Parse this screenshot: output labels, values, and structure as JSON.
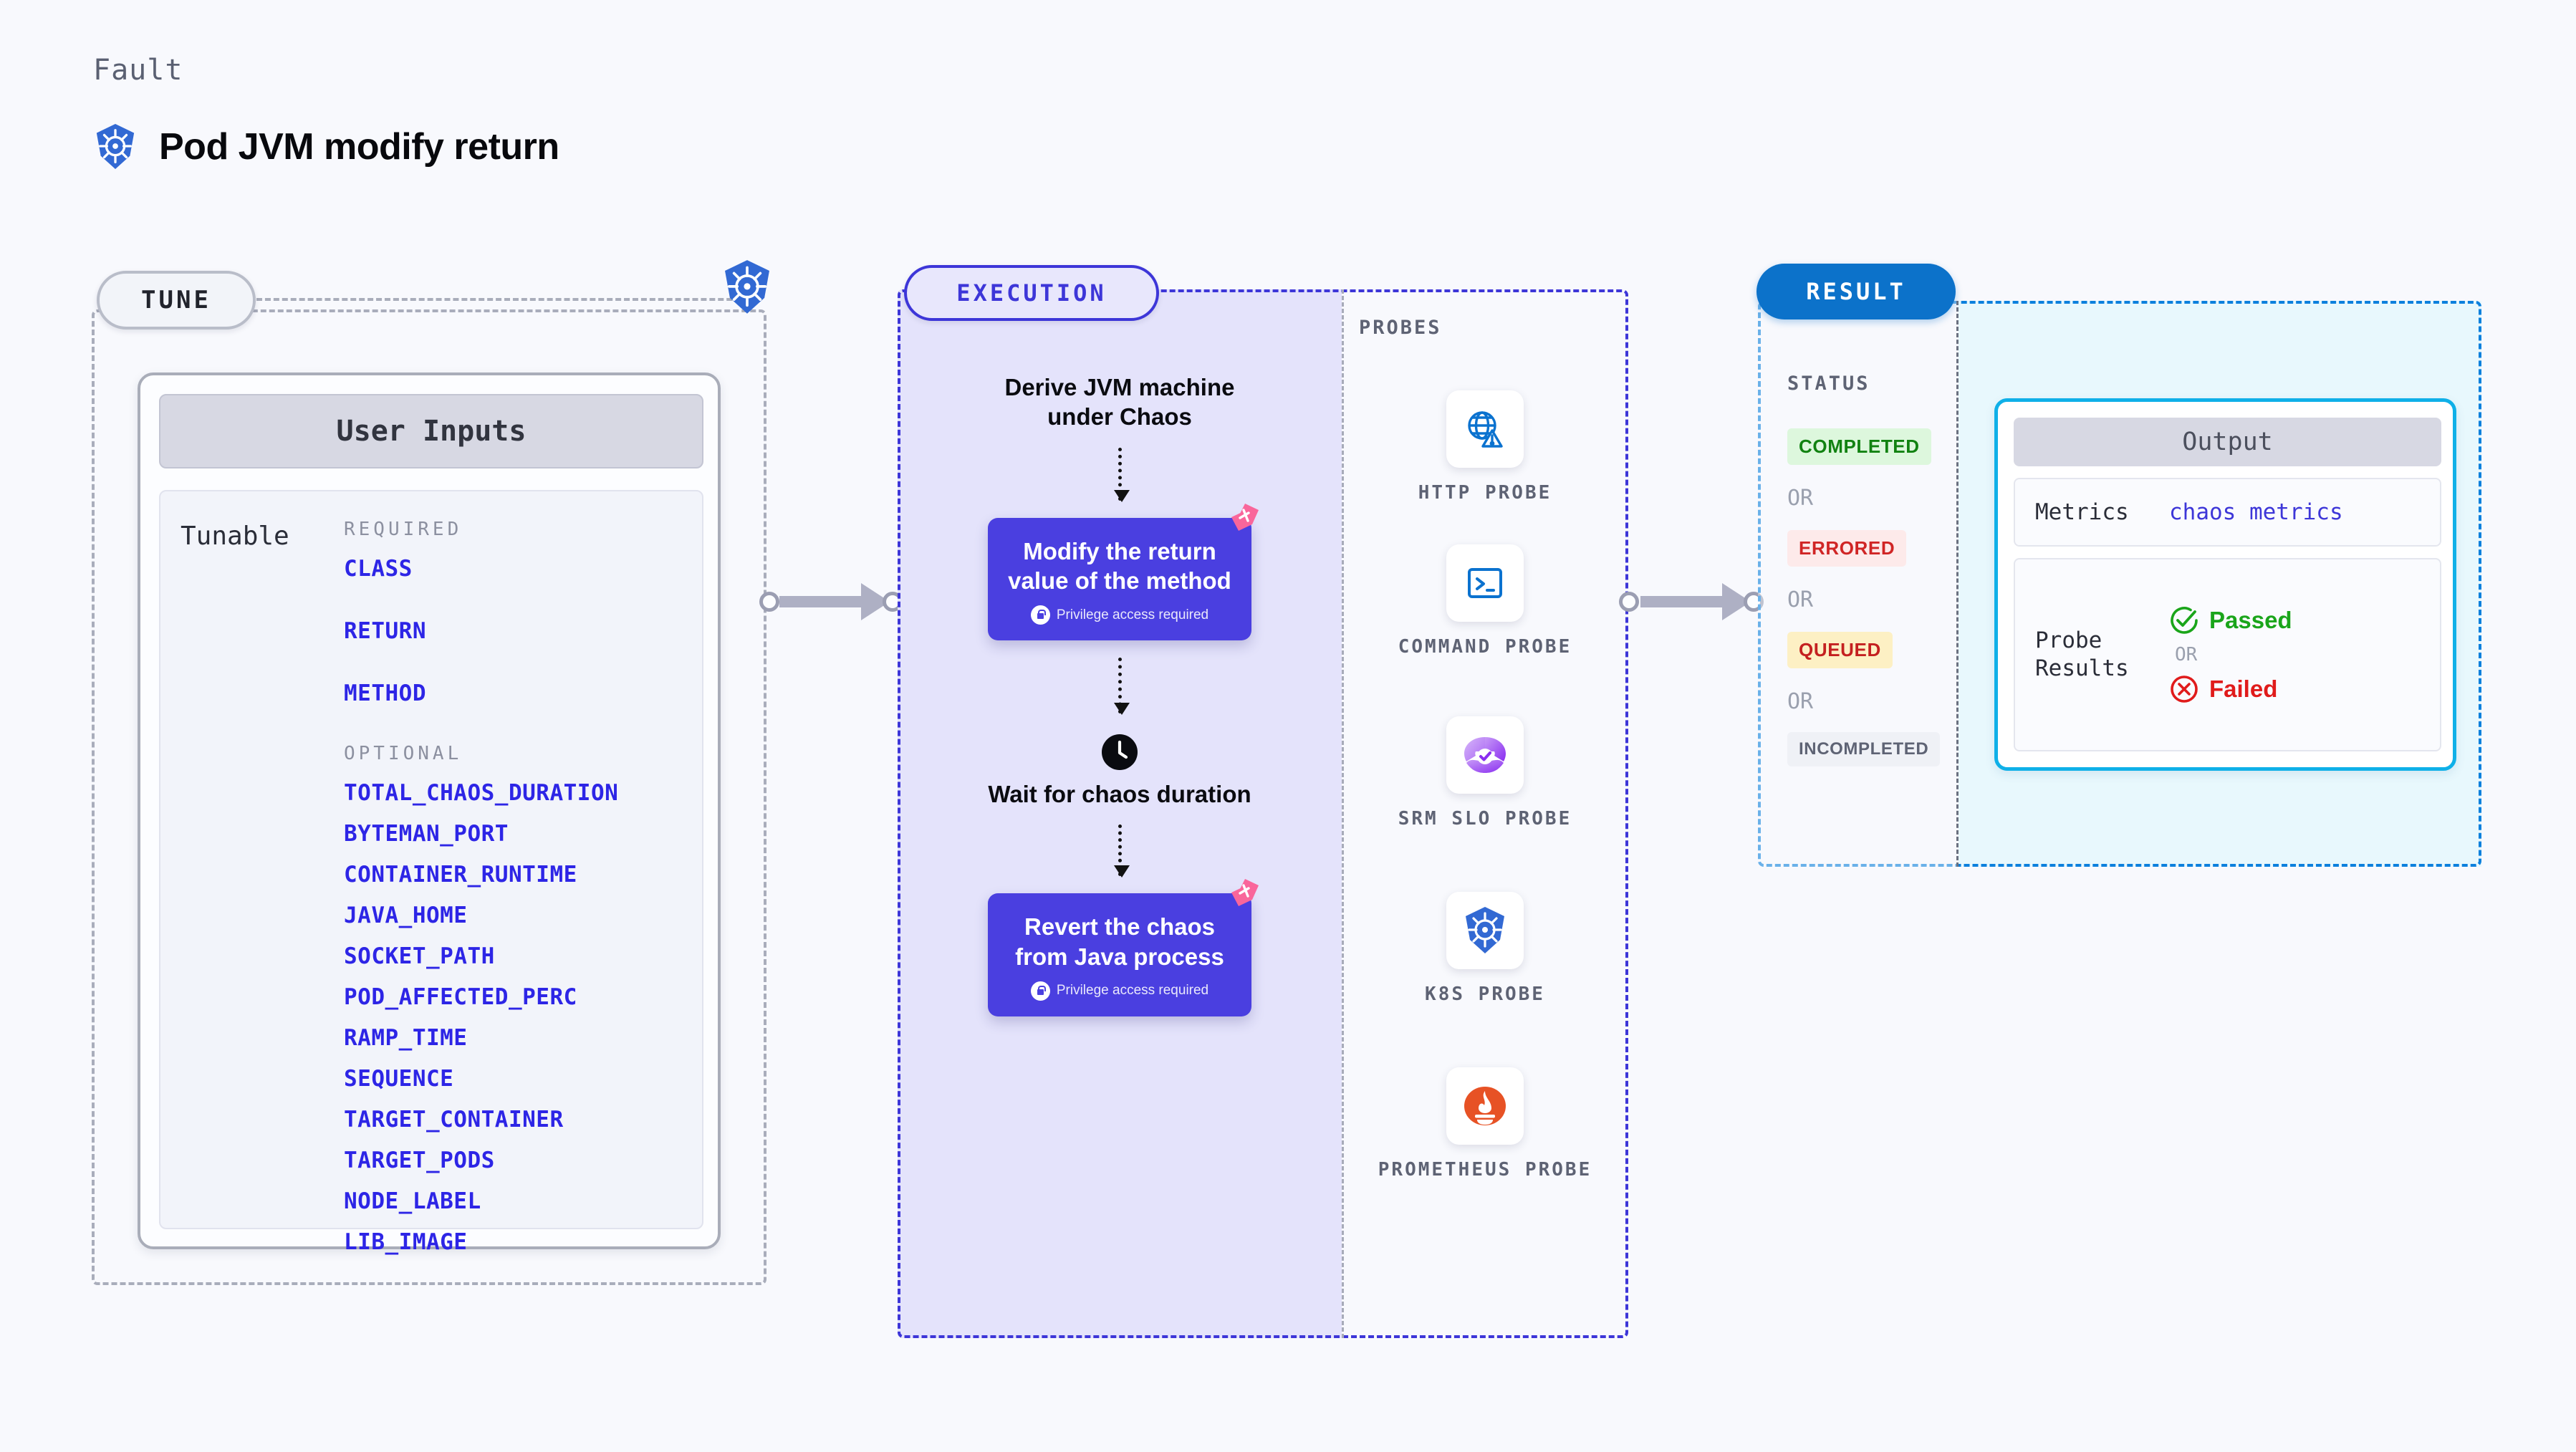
{
  "header": {
    "kicker": "Fault",
    "title": "Pod JVM modify return",
    "icon": "kubernetes-icon"
  },
  "tune": {
    "pill_label": "TUNE",
    "card_title": "User Inputs",
    "tunable_label": "Tunable",
    "required_label": "REQUIRED",
    "optional_label": "OPTIONAL",
    "required": [
      "CLASS",
      "RETURN",
      "METHOD"
    ],
    "optional": [
      "TOTAL_CHAOS_DURATION",
      "BYTEMAN_PORT",
      "CONTAINER_RUNTIME",
      "JAVA_HOME",
      "SOCKET_PATH",
      "POD_AFFECTED_PERC",
      "RAMP_TIME",
      "SEQUENCE",
      "TARGET_CONTAINER",
      "TARGET_PODS",
      "NODE_LABEL",
      "LIB_IMAGE"
    ]
  },
  "execution": {
    "pill_label": "EXECUTION",
    "steps": [
      {
        "type": "plain",
        "text": "Derive JVM machine under Chaos"
      },
      {
        "type": "card",
        "text": "Modify the return value of the method",
        "note": "Privilege access required"
      },
      {
        "type": "clock",
        "text": "Wait for chaos duration"
      },
      {
        "type": "card",
        "text": "Revert the chaos from Java process",
        "note": "Privilege access required"
      }
    ]
  },
  "probes": {
    "title": "PROBES",
    "items": [
      {
        "label": "HTTP PROBE",
        "icon": "globe-warning-icon"
      },
      {
        "label": "COMMAND PROBE",
        "icon": "terminal-icon"
      },
      {
        "label": "SRM SLO PROBE",
        "icon": "srm-slo-icon"
      },
      {
        "label": "K8S PROBE",
        "icon": "kubernetes-icon"
      },
      {
        "label": "PROMETHEUS PROBE",
        "icon": "prometheus-icon"
      }
    ]
  },
  "result": {
    "pill_label": "RESULT",
    "status_title": "STATUS",
    "or_label": "OR",
    "statuses": [
      {
        "label": "COLOR-SAFE",
        "text": "COMPLETED",
        "bg": "#ddf7dd",
        "fg": "#118211"
      },
      {
        "label": "COLOR-ERR",
        "text": "ERRORED",
        "bg": "#fdeaea",
        "fg": "#d02525"
      },
      {
        "label": "COLOR-WARN",
        "text": "QUEUED",
        "bg": "#fdf0c4",
        "fg": "#c42020"
      },
      {
        "label": "COLOR-IDLE",
        "text": "INCOMPLETED",
        "bg": "#eff1f6",
        "fg": "#5e6374"
      }
    ],
    "output": {
      "title": "Output",
      "metrics_key": "Metrics",
      "metrics_value": "chaos metrics",
      "probe_key": "Probe Results",
      "passed": "Passed",
      "failed": "Failed",
      "or_label": "OR"
    }
  },
  "colors": {
    "background": "#f8f9fd",
    "accent_purple": "#3d36d8",
    "accent_blue": "#0c80dd",
    "pink_badge": "#f9669b",
    "k8s_blue": "#3269d3",
    "link_blue": "#2d25e6"
  }
}
